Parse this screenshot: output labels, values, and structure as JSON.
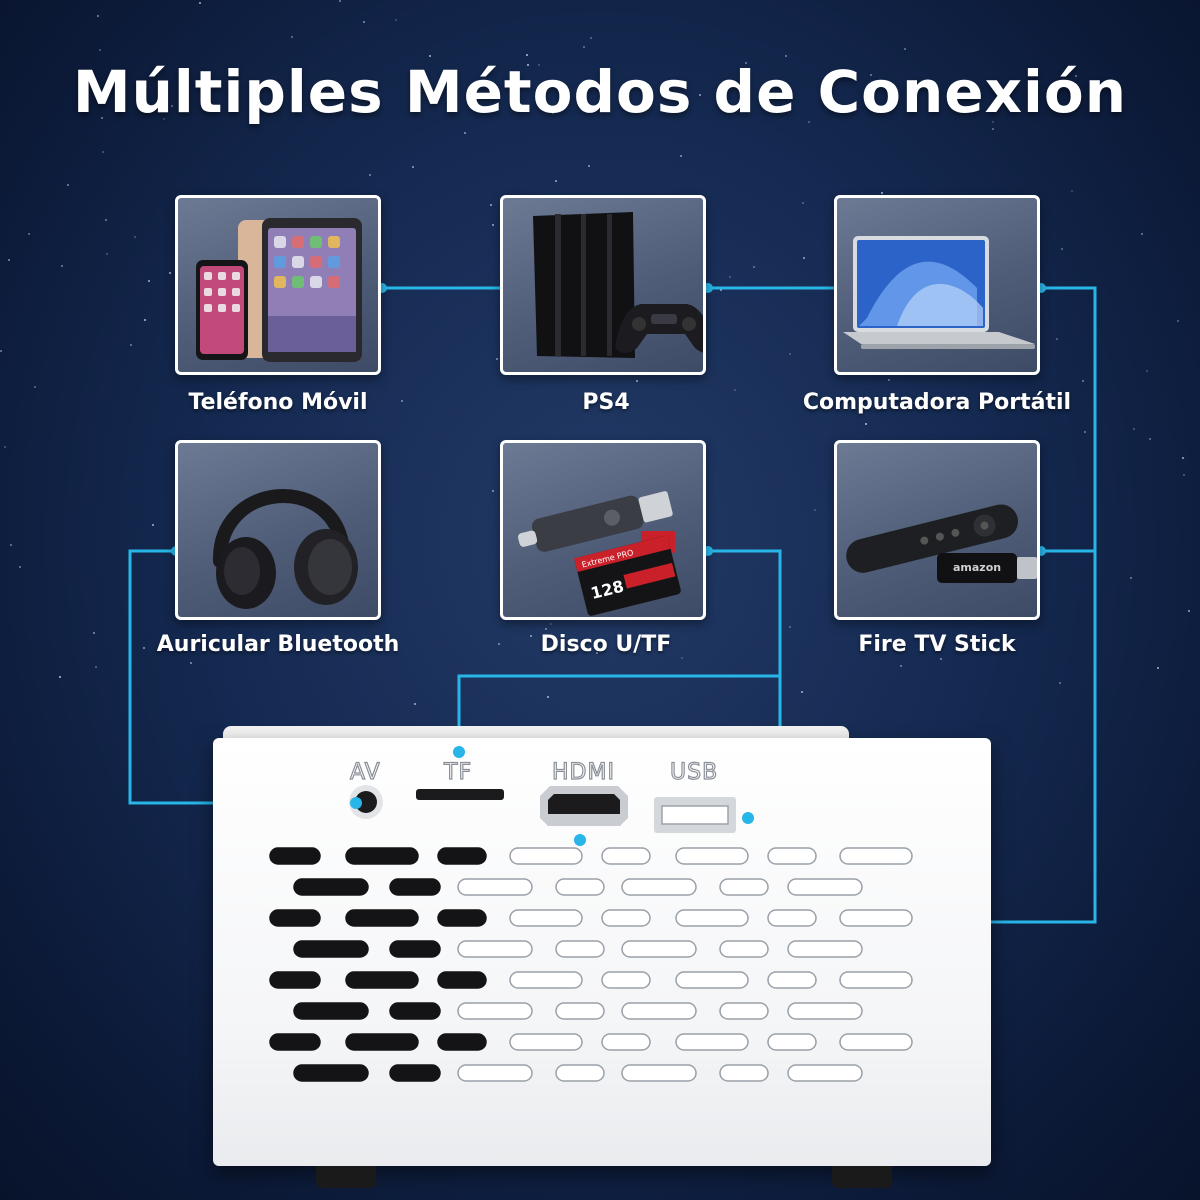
{
  "title": "Múltiples Métodos de Conexión",
  "devices": [
    {
      "label": "Teléfono Móvil",
      "icon": "phone-tablet-icon"
    },
    {
      "label": "PS4",
      "icon": "game-console-icon"
    },
    {
      "label": "Computadora Portátil",
      "icon": "laptop-icon"
    },
    {
      "label": "Auricular Bluetooth",
      "icon": "headphones-icon"
    },
    {
      "label": "Disco U/TF",
      "icon": "card-reader-icon"
    },
    {
      "label": "Fire TV Stick",
      "icon": "fire-tv-stick-icon"
    }
  ],
  "ports": [
    "AV",
    "TF",
    "HDMI",
    "USB"
  ],
  "card_texts": {
    "sd_brand": "Extreme PRO",
    "sd_capacity": "128",
    "stick_brand": "amazon"
  },
  "colors": {
    "accent_line": "#28b6e8",
    "card_border": "#ffffff",
    "background": "#152a52"
  }
}
